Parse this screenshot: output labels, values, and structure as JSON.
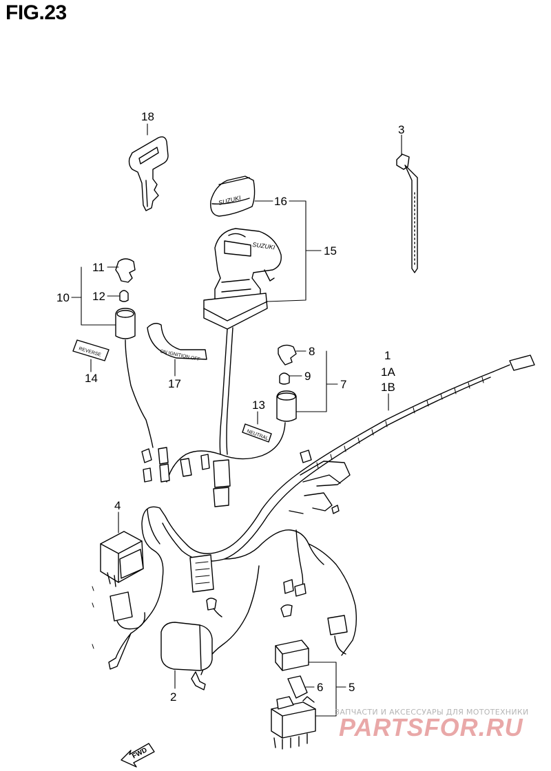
{
  "figure": {
    "title": "FIG.23"
  },
  "callouts": {
    "c1": "1",
    "c1a": "1A",
    "c1b": "1B",
    "c2": "2",
    "c3": "3",
    "c4": "4",
    "c5": "5",
    "c6": "6",
    "c7": "7",
    "c8": "8",
    "c9": "9",
    "c10": "10",
    "c11": "11",
    "c12": "12",
    "c13": "13",
    "c14": "14",
    "c15": "15",
    "c16": "16",
    "c17": "17",
    "c18": "18"
  },
  "part_labels": {
    "key_cover_brand": "SUZUKI",
    "switch_brand": "SUZUKI",
    "label_14": "REVERSE",
    "label_13": "NEUTRAL",
    "label_17": "ON IGNITION OFF"
  },
  "fwd_arrow": {
    "text": "FWD"
  },
  "watermark": {
    "line1": "ЗАПЧАСТИ И АКСЕССУАРЫ ДЛЯ МОТОТЕХНИКИ",
    "line2": "PARTSFOR.RU",
    "color": "#e9a8a8"
  }
}
